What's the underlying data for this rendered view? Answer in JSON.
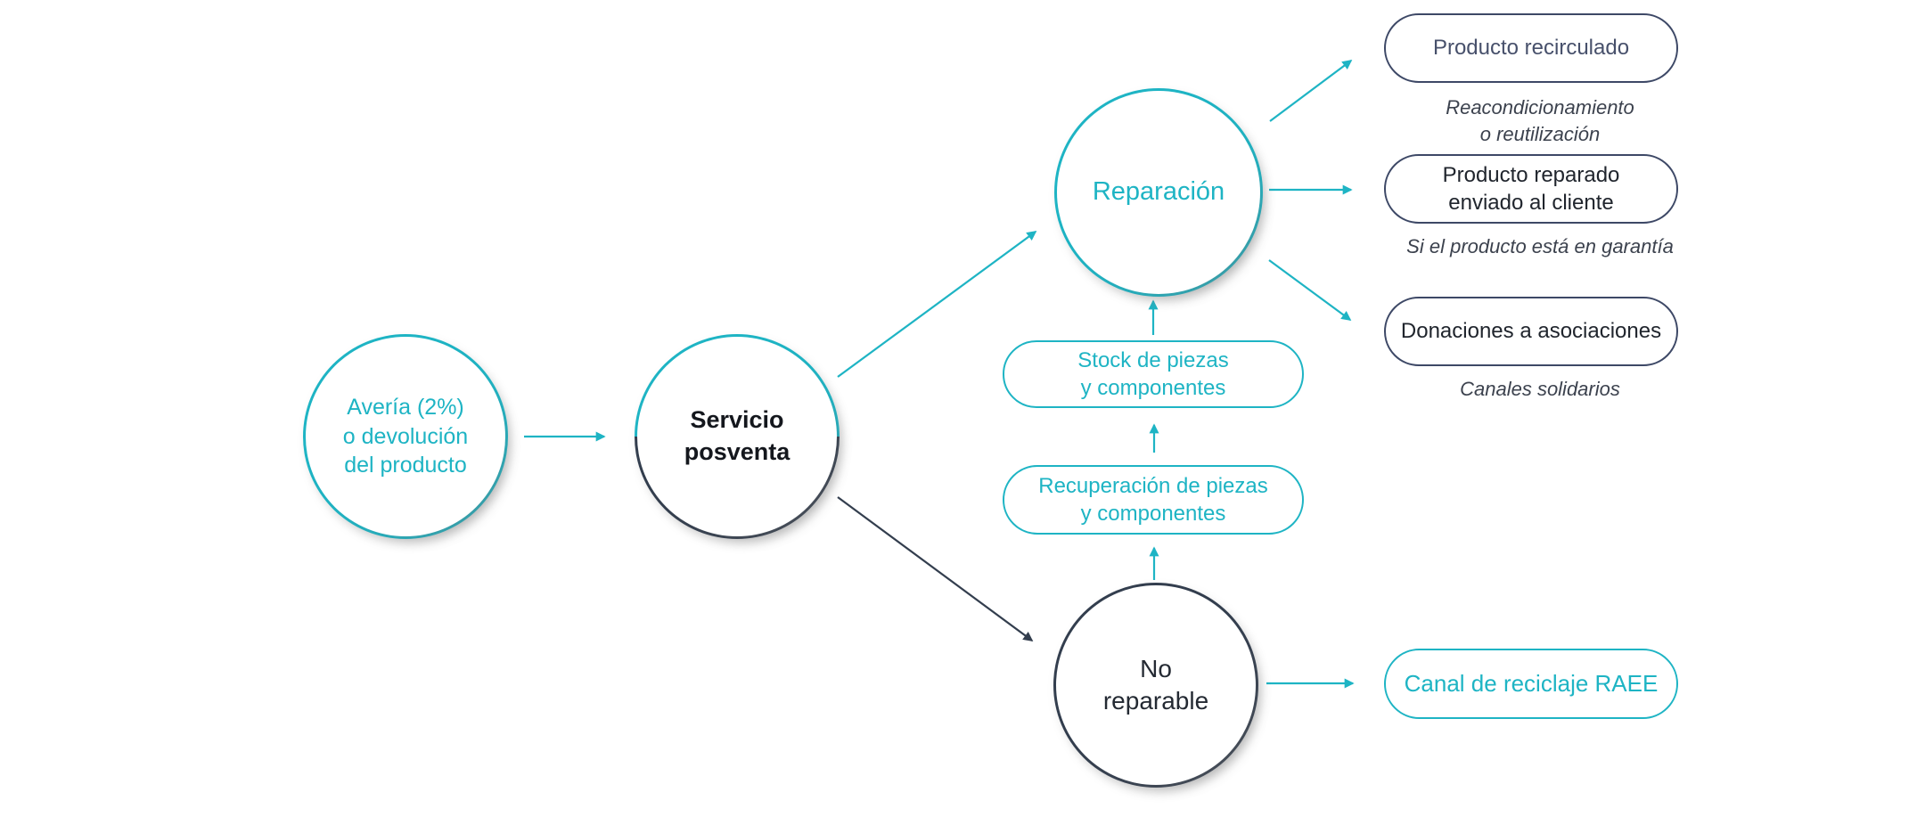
{
  "palette": {
    "teal": "#1eb4c4",
    "navy": "#333e4e",
    "ink": "#20252d",
    "navytext": "#47506b",
    "notetext": "#3c424e"
  },
  "nodes": {
    "averia": {
      "label": "Avería (2%)\no devolución\ndel producto"
    },
    "servicio": {
      "label": "Servicio\nposventa"
    },
    "reparacion": {
      "label": "Reparación"
    },
    "no_reparable": {
      "label": "No\nreparable"
    },
    "stock": {
      "label": "Stock de piezas\ny componentes"
    },
    "recuperacion": {
      "label": "Recuperación de piezas\ny componentes"
    },
    "recirculado": {
      "label": "Producto recirculado",
      "note": "Reacondicionamiento\no reutilización"
    },
    "reparado": {
      "label": "Producto reparado\nenviado al cliente",
      "note": "Si el producto está en garantía"
    },
    "donaciones": {
      "label": "Donaciones a asociaciones",
      "note": "Canales solidarios"
    },
    "canal_raee": {
      "label": "Canal de reciclaje RAEE"
    }
  }
}
